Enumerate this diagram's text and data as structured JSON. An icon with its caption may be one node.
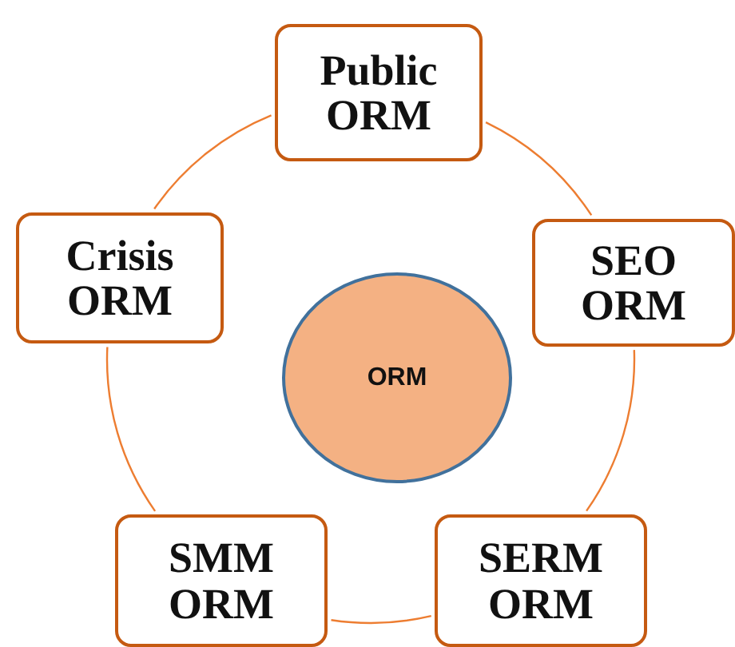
{
  "diagram": {
    "nodes": [
      {
        "text": [
          "Public ORM"
        ]
      },
      {
        "text": [
          "SEO ORM"
        ]
      },
      {
        "text": [
          "SERM ORM"
        ]
      },
      {
        "text": [
          "SMM ORM"
        ]
      },
      {
        "text": [
          "Crisis ORM"
        ]
      },
      {
        "text": [
          "ORM"
        ]
      }
    ],
    "edges": [
      {
        "from": 0,
        "to": 1,
        "arrow": "none"
      },
      {
        "from": 1,
        "to": 2,
        "arrow": "none"
      },
      {
        "from": 2,
        "to": 3,
        "arrow": "none"
      },
      {
        "from": 3,
        "to": 4,
        "arrow": "none"
      },
      {
        "from": 4,
        "to": 0,
        "arrow": "none"
      }
    ]
  }
}
